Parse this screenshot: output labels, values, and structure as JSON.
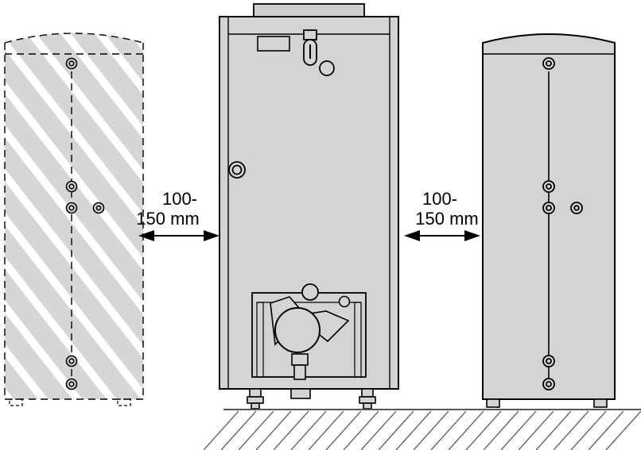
{
  "dimensions": {
    "left_gap": {
      "line1": "100-",
      "line2": "150 mm"
    },
    "right_gap": {
      "line1": "100-",
      "line2": "150 mm"
    }
  },
  "colors": {
    "tank_fill": "#d4d4d4",
    "outline": "#000000",
    "hatch": "#ffffff",
    "floor_hatch": "#555555"
  }
}
